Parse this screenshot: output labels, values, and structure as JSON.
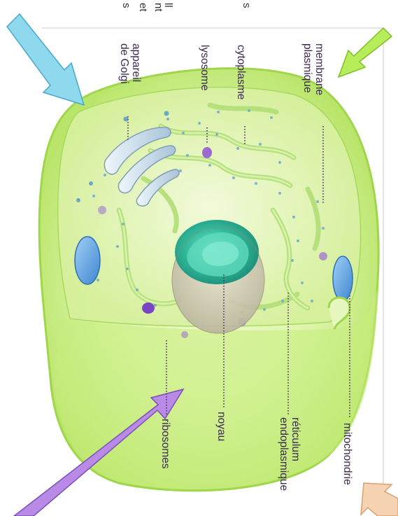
{
  "labels": {
    "membrane": [
      "membrane",
      "plasmique"
    ],
    "cytoplasme": "cytoplasme",
    "lysosome": "lysosome",
    "golgi": [
      "appareil",
      "de Golgi"
    ],
    "mitochondrie": "mitochondrie",
    "reticulum": [
      "réticulum",
      "endoplasmique"
    ],
    "noyau": "noyau",
    "ribosomes": "ribosomes"
  },
  "fragments": {
    "f1": "s",
    "f2": "ll",
    "f3": "nt",
    "f4": "et",
    "f5": "s"
  },
  "colors": {
    "cell_outer": "#c9ee86",
    "cell_inner": "#e0f6b0",
    "cell_edge": "#8fcf3a",
    "nucleus": "#2fb89a",
    "nucleolus": "#6fe3c6",
    "arrow_green": "#b7ec5a",
    "arrow_cyan": "#8fd9ef",
    "arrow_purple": "#b98ae6",
    "arrow_peach": "#f6d3b2",
    "label_text": "#3a2a52"
  }
}
